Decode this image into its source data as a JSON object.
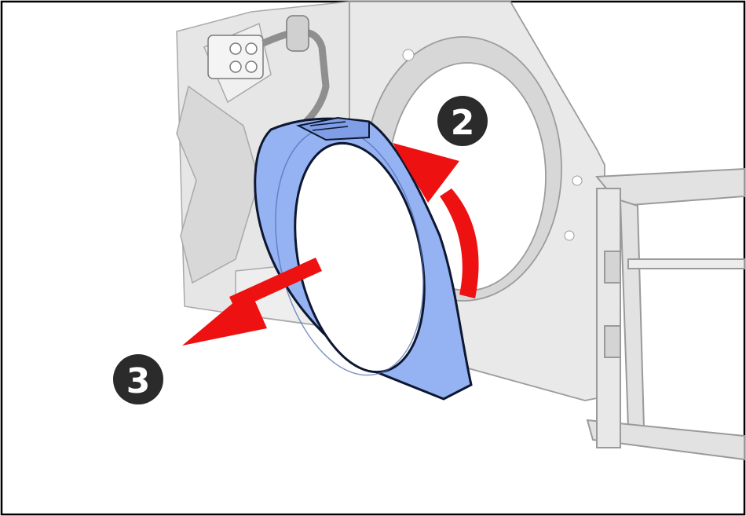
{
  "steps": [
    {
      "number": "2",
      "action": "rotate-counterclockwise"
    },
    {
      "number": "3",
      "action": "pull-out"
    }
  ],
  "colors": {
    "frame_border": "#000000",
    "part_fill": "#c9d8f8",
    "ring_fill": "#95b3f2",
    "ring_stroke": "#0d1730",
    "arrow_red": "#ee1111",
    "badge_fill": "#2b2b2b",
    "badge_text": "#ffffff",
    "bracket_fill": "#e2e2e2",
    "bracket_stroke": "#9a9a9a"
  },
  "icons": [
    "rotate-arrow-icon",
    "pull-arrow-icon",
    "step-badge-icon"
  ]
}
